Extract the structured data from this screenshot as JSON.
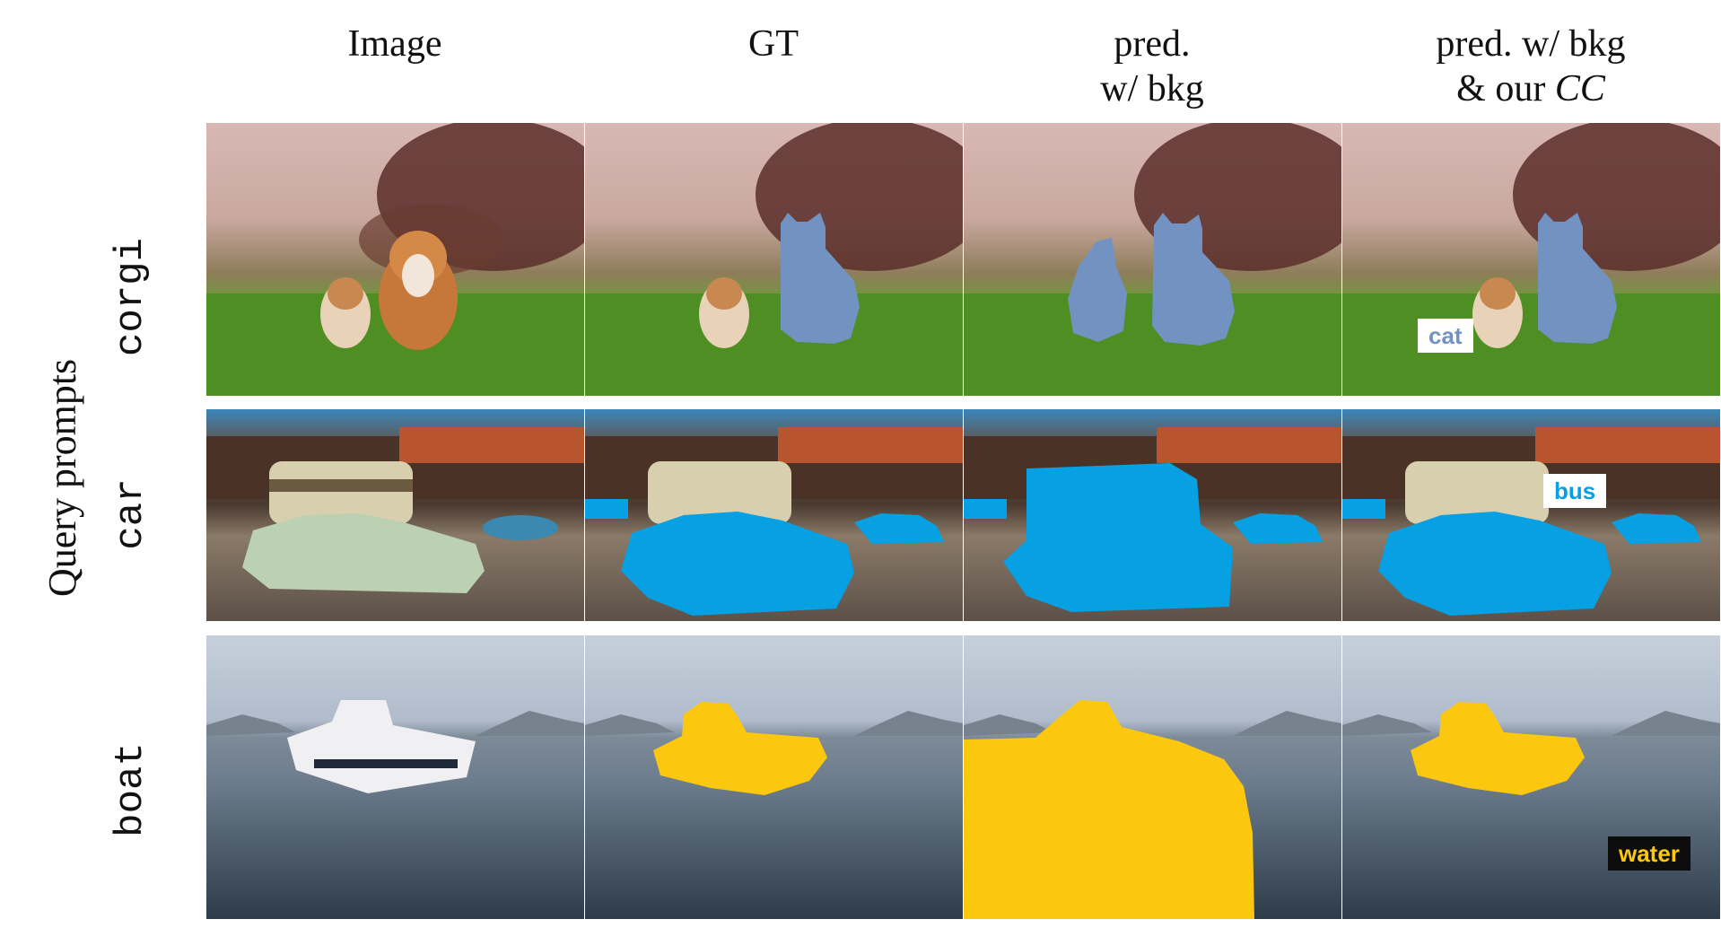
{
  "columns": {
    "image": "Image",
    "gt": "GT",
    "pred_line1": "pred.",
    "pred_line2": "w/ bkg",
    "predcc_line1": "pred. w/ bkg",
    "predcc_line2a": "& our ",
    "predcc_line2b": "CC"
  },
  "side_label": "Query prompts",
  "rows": [
    {
      "prompt": "corgi",
      "tag": "cat",
      "mask_color": "#7292c2"
    },
    {
      "prompt": "car",
      "tag": "bus",
      "mask_color": "#06a0e3"
    },
    {
      "prompt": "boat",
      "tag": "water",
      "mask_color": "#fcc80f"
    }
  ]
}
